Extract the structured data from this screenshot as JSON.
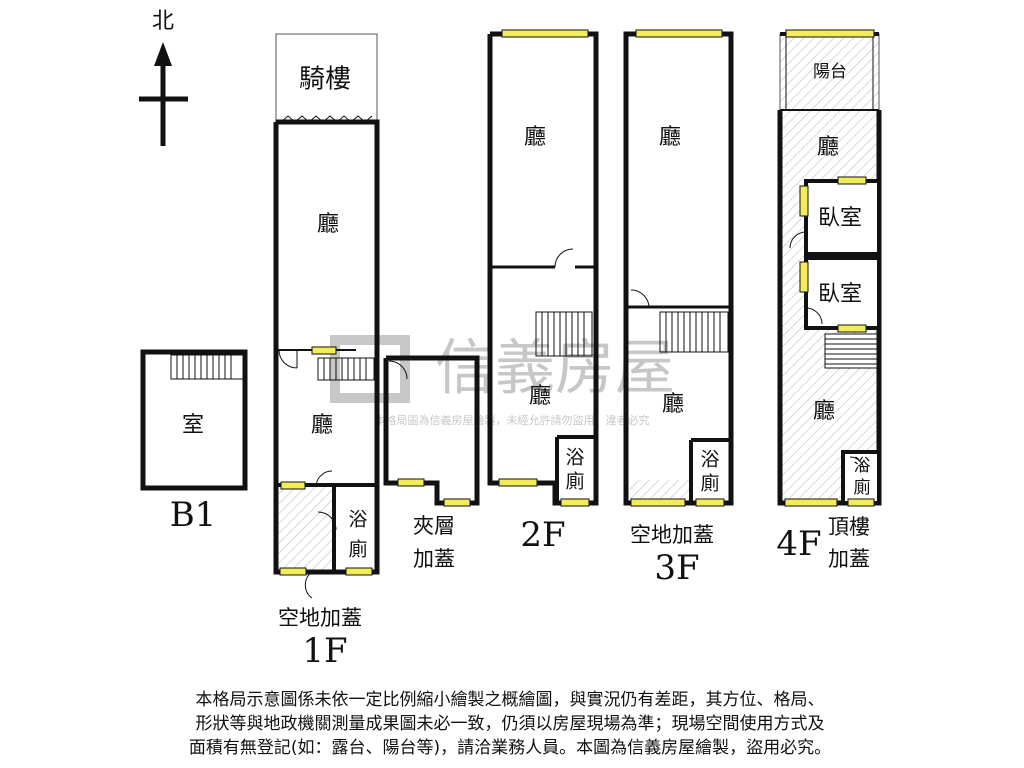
{
  "compass": {
    "north": "北"
  },
  "watermark": {
    "brand": "信義房屋",
    "caption": "本格局圖為信義房屋繪製，未經允許請勿盜用，違者必究"
  },
  "b1": {
    "room": "室",
    "floor": "B1"
  },
  "f1": {
    "arcade": "騎樓",
    "hall_top": "廳",
    "hall_bottom": "廳",
    "bath_1": "浴",
    "bath_2": "廁",
    "note": "空地加蓋",
    "floor": "1F"
  },
  "mezz": {
    "note_1": "夾層",
    "note_2": "加蓋"
  },
  "f2": {
    "hall_top": "廳",
    "hall_bottom": "廳",
    "bath_1": "浴",
    "bath_2": "廁",
    "floor": "2F"
  },
  "f3": {
    "hall_top": "廳",
    "hall_bottom": "廳",
    "bath_1": "浴",
    "bath_2": "廁",
    "note": "空地加蓋",
    "floor": "3F"
  },
  "f4": {
    "balcony": "陽台",
    "hall_top": "廳",
    "bedroom_1": "臥室",
    "bedroom_2": "臥室",
    "hall_bottom": "廳",
    "bath_1": "浴",
    "bath_2": "廁",
    "floor": "4F",
    "note_1": "頂樓",
    "note_2": "加蓋"
  },
  "disclaimer": {
    "line_1": "本格局示意圖係未依一定比例縮小繪製之概繪圖，與實況仍有差距，其方位、格局、",
    "line_2": "形狀等與地政機關測量成果圖未必一致，仍須以房屋現場為準；現場空間使用方式及",
    "line_3": "面積有無登記(如：露台、陽台等)，請洽業務人員。本圖為信義房屋繪製，盜用必究。"
  },
  "colors": {
    "wall": "#111111",
    "window": "#f2ec58",
    "hatch": "#c8c8c8",
    "watermark": "#9a9a9a"
  }
}
